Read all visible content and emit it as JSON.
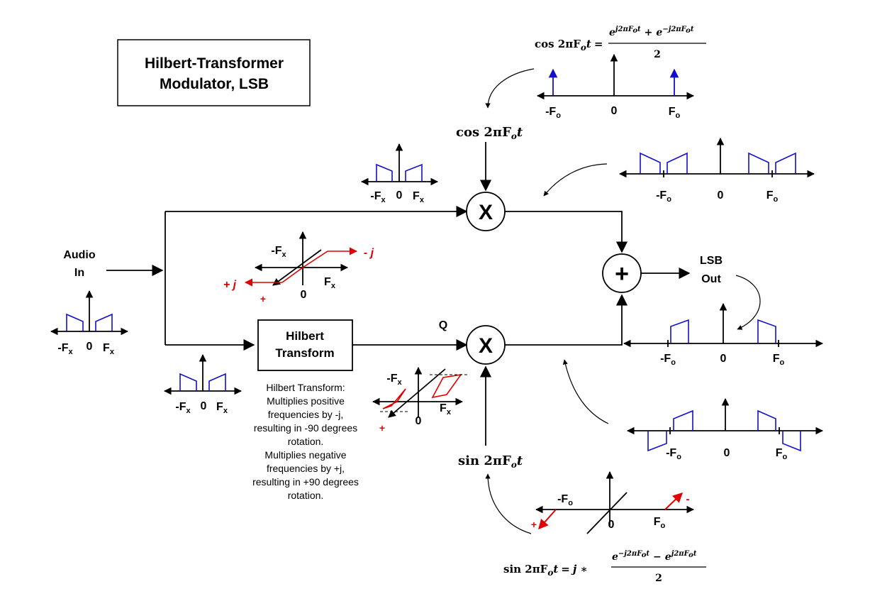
{
  "title": {
    "line1": "Hilbert-Transformer",
    "line2": "Modulator, LSB"
  },
  "input": {
    "line1": "Audio",
    "line2": "In"
  },
  "output": {
    "line1": "LSB",
    "line2": "Out"
  },
  "hilbert_block": {
    "line1": "Hilbert",
    "line2": "Transform"
  },
  "q_label": "Q",
  "multiplier_symbol": "X",
  "adder_symbol": "+",
  "carrier": {
    "cos_main": "cos 2πF",
    "sin_main": "sin 2πF",
    "sub": "o",
    "t": "t"
  },
  "formulas": {
    "cos_lhs": "cos 2πF",
    "cos_num_a": "e",
    "cos_num_a_sup": "j2πF",
    "cos_num_plus": "+",
    "cos_num_b": "e",
    "cos_num_b_sup": "−j2πF",
    "cos_den": "2",
    "sin_lhs": "sin 2πF",
    "sin_rhs_j": "j ∗",
    "sin_num_a": "e",
    "sin_num_a_sup": "−j2πF",
    "sin_num_minus": "−",
    "sin_num_b": "e",
    "sin_num_b_sup": "j2πF",
    "sin_den": "2",
    "eq": "=",
    "sub_o": "o",
    "t": "t"
  },
  "axis_labels": {
    "neg_fx": "-F",
    "fx": "F",
    "sub_x": "x",
    "neg_fo": "-F",
    "fo": "F",
    "sub_o": "o",
    "zero": "0"
  },
  "phase_labels": {
    "minus_j": "- j",
    "plus_j": "+ j",
    "plus": "+",
    "minus": "-"
  },
  "hilbert_note": [
    "Hilbert Transform:",
    "Multiplies positive",
    "frequencies by -j,",
    "resulting in -90 degrees",
    "rotation.",
    "Multiplies negative",
    "frequencies by +j,",
    "resulting in +90 degrees",
    "rotation."
  ],
  "colors": {
    "spectrum": "#1010cc",
    "phase": "#e00000",
    "line": "#000000"
  }
}
